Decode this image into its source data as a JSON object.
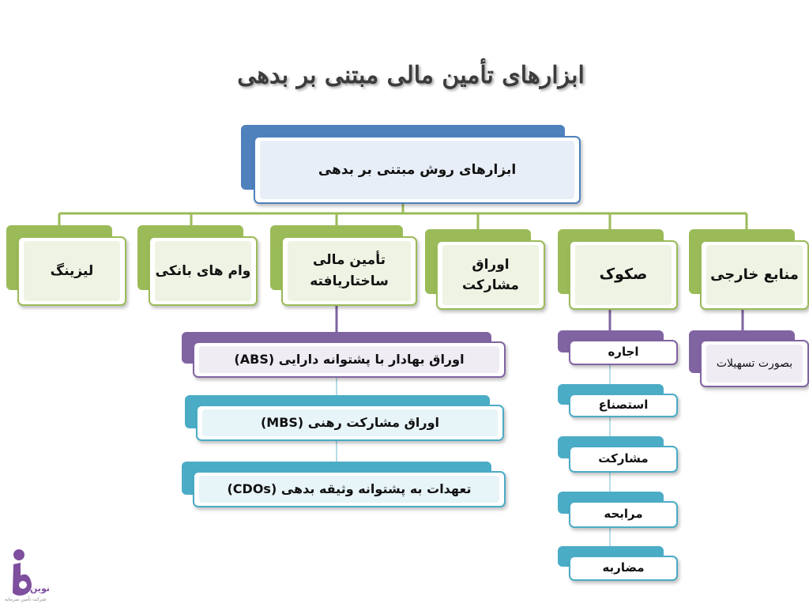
{
  "title": "ابزارهای تأمین مالی مبتنی بر بدهی",
  "root": "ابزارهای روش مبتنی بر بدهی",
  "categories": {
    "foreign": "منابع  خارجی",
    "sukuk": "صکوک",
    "participation": "اوراق\nمشارکت",
    "structured": "تأمین مالی\nساختاریافته",
    "bank_loans": "وام های بانکی",
    "leasing": "لیزینگ"
  },
  "foreign_children": [
    "بصورت تسهیلات"
  ],
  "sukuk_children": [
    "اجاره",
    "استصناع",
    "مشارکت",
    "مرابحه",
    "مضاربه"
  ],
  "structured_children": [
    "اوراق بهادار با پشتوانه دارایی (ABS)",
    "اوراق مشارکت رهنی (MBS)",
    "تعهدات به پشتوانه وثیقه بدهی (CDOs)"
  ],
  "logo": {
    "name": "نوین",
    "subtitle": "شرکت تأمین سرمایه"
  },
  "colors": {
    "green": "#9bbb59",
    "purple": "#8064a2",
    "teal": "#4bacc6",
    "blue": "#4f81bd"
  }
}
